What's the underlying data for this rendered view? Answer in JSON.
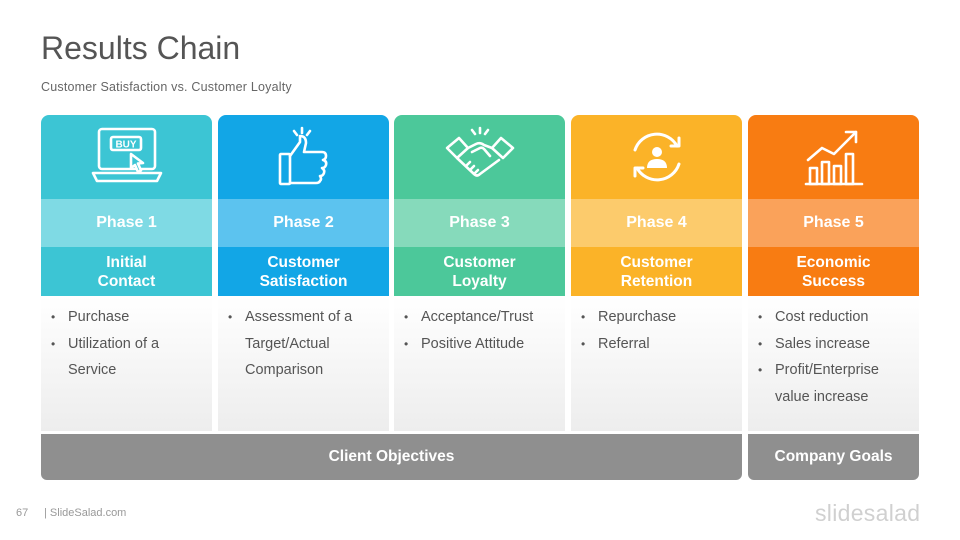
{
  "header": {
    "title": "Results Chain",
    "subtitle": "Customer Satisfaction vs. Customer Loyalty"
  },
  "phases": [
    {
      "phase": "Phase 1",
      "name": "Initial\nContact",
      "icon": "buy-laptop-icon",
      "icon_text": "BUY",
      "colors": {
        "top": "#3cc5d4",
        "mid": "#7fdae4",
        "name": "#3cc5d4"
      },
      "items": [
        "Purchase",
        "Utilization of a Service"
      ]
    },
    {
      "phase": "Phase 2",
      "name": "Customer\nSatisfaction",
      "icon": "thumbs-up-icon",
      "colors": {
        "top": "#12a6e6",
        "mid": "#5cc3ef",
        "name": "#12a6e6"
      },
      "items": [
        "Assessment of a Target/Actual Comparison"
      ]
    },
    {
      "phase": "Phase 3",
      "name": "Customer\nLoyalty",
      "icon": "handshake-icon",
      "colors": {
        "top": "#4cc89a",
        "mid": "#86dabb",
        "name": "#4cc89a"
      },
      "items": [
        "Acceptance/Trust",
        "Positive Attitude"
      ]
    },
    {
      "phase": "Phase 4",
      "name": "Customer\nRetention",
      "icon": "refresh-user-icon",
      "colors": {
        "top": "#fbb328",
        "mid": "#fccb6c",
        "name": "#fbb328"
      },
      "items": [
        "Repurchase",
        "Referral"
      ]
    },
    {
      "phase": "Phase 5",
      "name": "Economic\nSuccess",
      "icon": "growth-chart-icon",
      "colors": {
        "top": "#f87c12",
        "mid": "#faa25a",
        "name": "#f87c12"
      },
      "items": [
        "Cost reduction",
        "Sales increase",
        "Profit/Enterprise value increase"
      ]
    }
  ],
  "bottom": {
    "client_objectives": "Client Objectives",
    "company_goals": "Company Goals"
  },
  "footer": {
    "page_number": "67",
    "site": "| SlideSalad.com",
    "brand": "slidesalad"
  }
}
